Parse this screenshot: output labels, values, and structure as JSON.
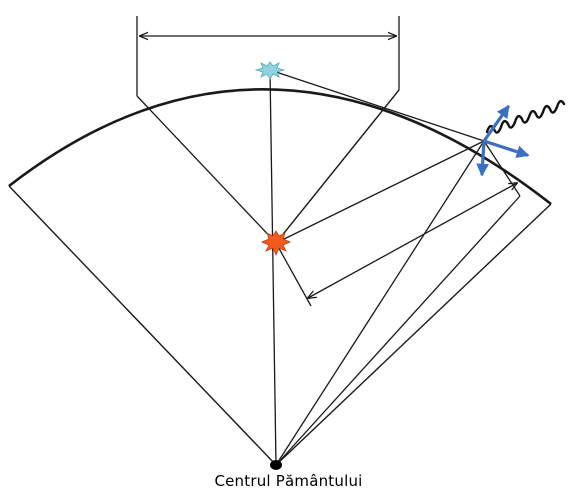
{
  "diagram": {
    "caption": "Centrul Pământului",
    "colors": {
      "line": "#1a1a1a",
      "epicenter": "#8fd3e0",
      "focus": "#f25a1e",
      "arrows": "#3a6fc4",
      "center_dot": "#000000"
    },
    "marks": {
      "epicenter": "epicenter-star",
      "focus": "focus-star",
      "earth_center": "earth-center-dot",
      "seismic_wave": "seismic-wave",
      "ground_motion": "ground-motion-arrows"
    }
  }
}
